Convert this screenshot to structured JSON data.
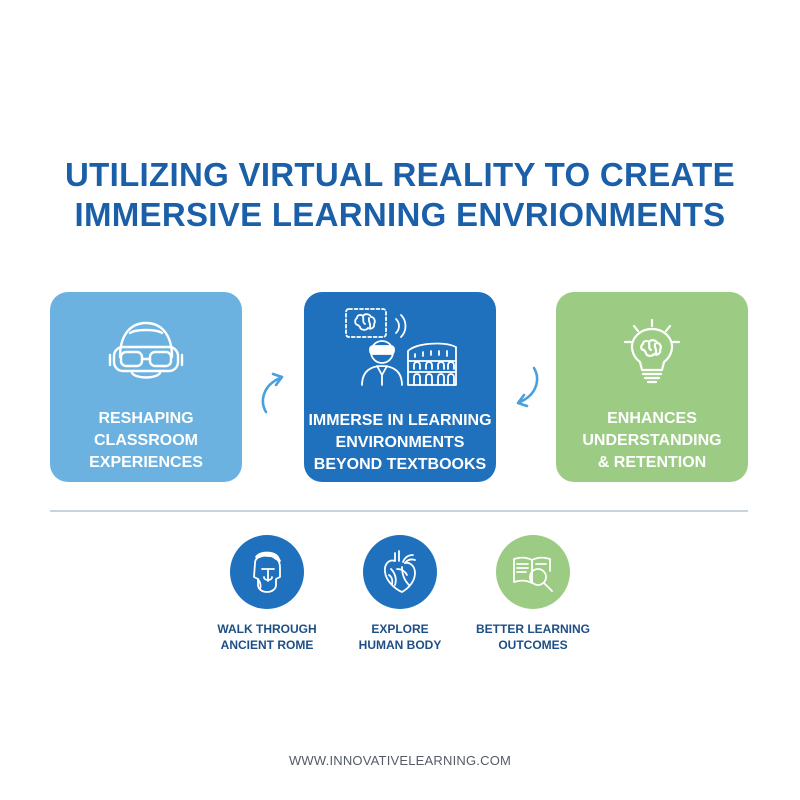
{
  "title": {
    "line1": "UTILIZING VIRTUAL REALITY TO CREATE",
    "line2": "IMMERSIVE LEARNING ENVRIONMENTS"
  },
  "cards": [
    {
      "label": "RESHAPING\nCLASSROOM\nEXPERIENCES",
      "icon": "vr-headset-icon",
      "color": "#6cb2e0"
    },
    {
      "label": "IMMERSE IN LEARNING\nENVIRONMENTS\nBEYOND TEXTBOOKS",
      "icon": "vr-user-colosseum-icon",
      "color": "#1f70bd"
    },
    {
      "label": "ENHANCES\nUNDERSTANDING\n& RETENTION",
      "icon": "lightbulb-brain-icon",
      "color": "#9ccb84"
    }
  ],
  "features": [
    {
      "label": "WALK THROUGH\nANCIENT ROME",
      "icon": "roman-helmet-icon",
      "color": "#1f70bd"
    },
    {
      "label": "EXPLORE\nHUMAN BODY",
      "icon": "heart-anatomy-icon",
      "color": "#1f70bd"
    },
    {
      "label": "BETTER LEARNING\nOUTCOMES",
      "icon": "book-magnifier-icon",
      "color": "#9ccb84"
    }
  ],
  "footer": "WWW.INNOVATIVELEARNING.COM"
}
